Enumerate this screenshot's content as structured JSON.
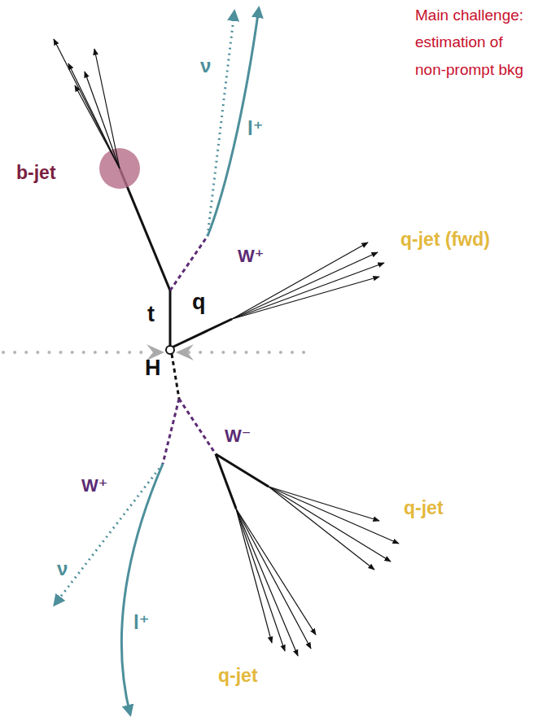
{
  "diagram": {
    "labels": [
      "Main challenge: estimation of non-prompt bkg",
      "ν",
      "l⁺",
      "b-jet",
      "q-jet (fwd)",
      "W⁺",
      "t",
      "q",
      "H",
      "W⁻",
      "W⁺",
      "q-jet",
      "ν",
      "l⁺",
      "q-jet"
    ]
  }
}
